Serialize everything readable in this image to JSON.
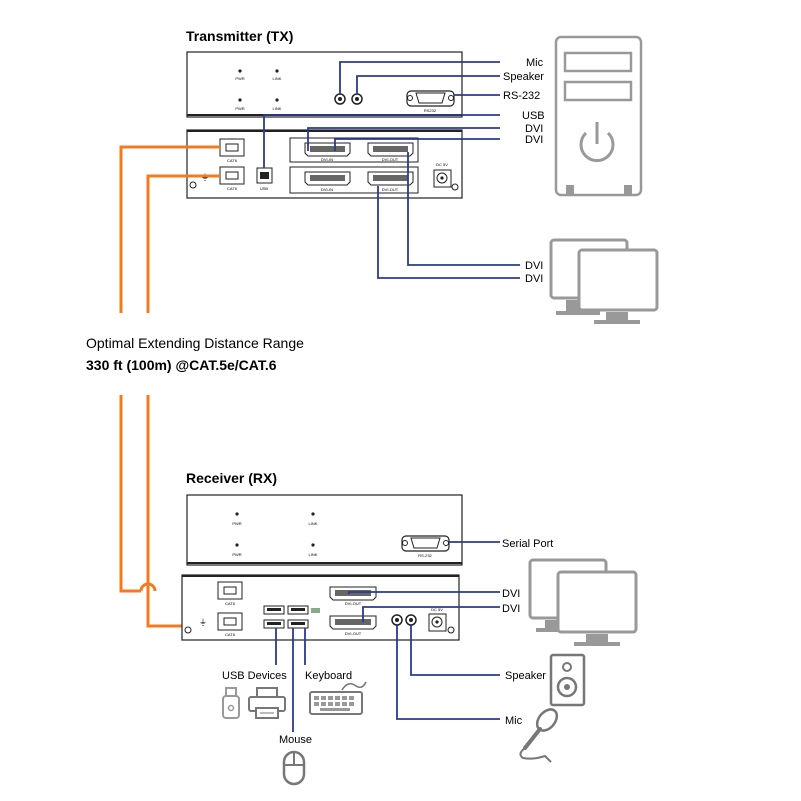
{
  "transmitter": {
    "title": "Transmitter (TX)",
    "front_labels": {
      "pwr": "PWR",
      "link": "LINK",
      "rs232": "RS232"
    },
    "rear_labels": {
      "cat6": "CAT6",
      "usb": "USB",
      "dvi_in": "DVI-IN",
      "dvi_out": "DVI-OUT",
      "dc": "DC 5V"
    },
    "callouts": {
      "mic": "Mic",
      "speaker": "Speaker",
      "rs232": "RS-232",
      "usb": "USB",
      "dvi_1": "DVI",
      "dvi_2": "DVI"
    },
    "monitor_callouts": {
      "dvi_1": "DVI",
      "dvi_2": "DVI"
    }
  },
  "range": {
    "line1": "Optimal Extending Distance Range",
    "line2": "330 ft (100m) @CAT.5e/CAT.6"
  },
  "receiver": {
    "title": "Receiver (RX)",
    "front_labels": {
      "pwr": "PWR",
      "link": "LINK",
      "rs232": "RS-232"
    },
    "rear_labels": {
      "cat6": "CAT6",
      "dvi_out": "DVI-OUT",
      "dc": "DC 5V"
    },
    "callouts": {
      "serial_port": "Serial Port",
      "dvi_1": "DVI",
      "dvi_2": "DVI",
      "speaker": "Speaker",
      "mic": "Mic",
      "usb_devices": "USB Devices",
      "keyboard": "Keyboard",
      "mouse": "Mouse"
    }
  },
  "colors": {
    "cable_orange": "#f47a20",
    "cable_blue": "#2b3a8f",
    "device_gray": "#999999",
    "outline": "#222222"
  }
}
